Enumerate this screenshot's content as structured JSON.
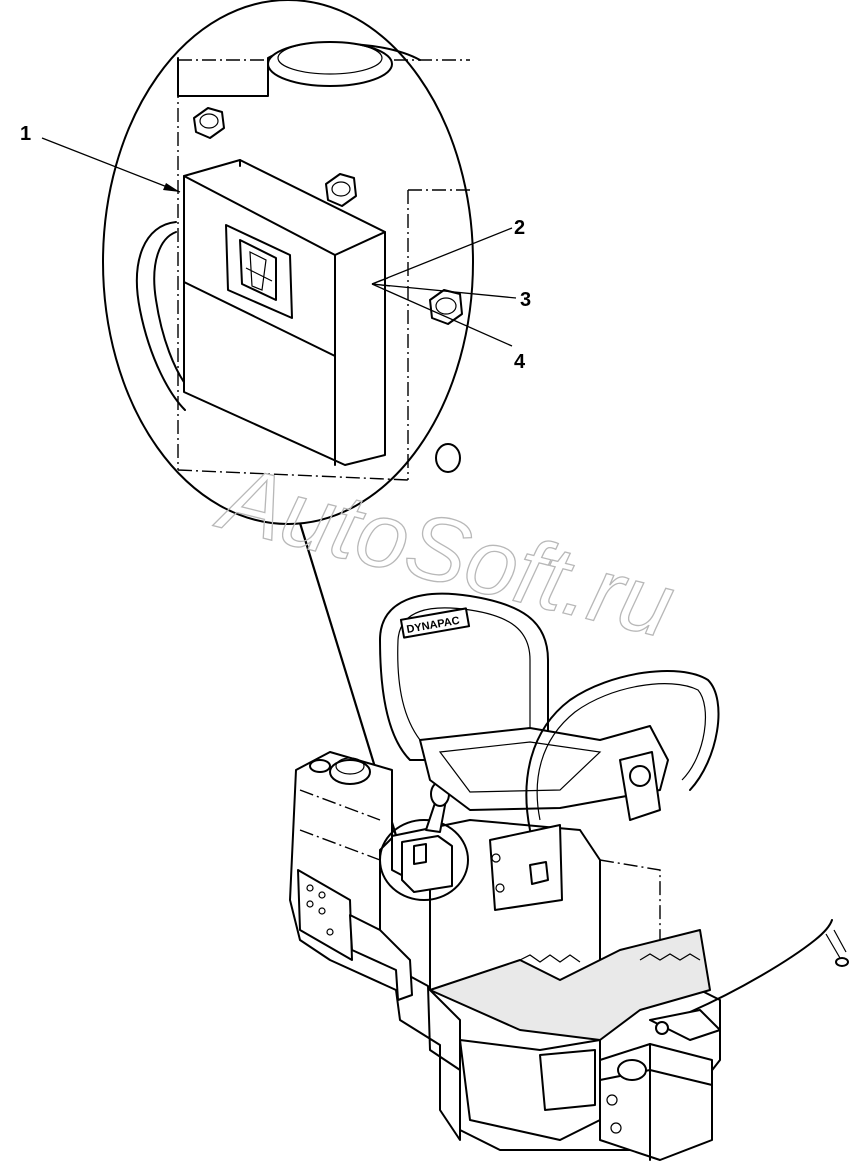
{
  "callouts": [
    {
      "label": "1"
    },
    {
      "label": "2"
    },
    {
      "label": "3"
    },
    {
      "label": "4"
    }
  ],
  "seat_brand": "DYNAPAC",
  "watermark": "AutoSoft.ru"
}
